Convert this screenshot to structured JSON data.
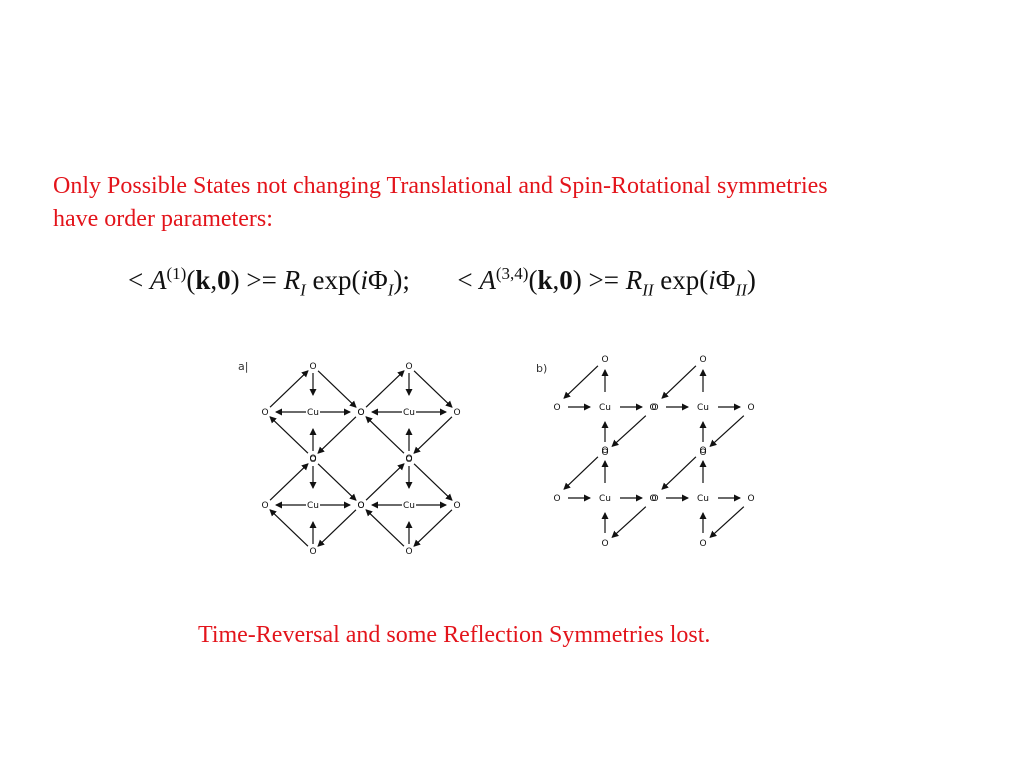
{
  "intro": {
    "line1": "Only Possible States not changing Translational and Spin-Rotational symmetries",
    "line2": "have order parameters:"
  },
  "formula": {
    "lt": "<",
    "A": "A",
    "sup1": "(1)",
    "sup2": "(3,4)",
    "open": "(",
    "k": "k",
    "comma": ",",
    "zero": "0",
    "close": ")",
    "ge": ">=",
    "R": "R",
    "subI": "I",
    "subII": "II",
    "exp": "exp(",
    "i": "i",
    "Phi": "Φ",
    "end1": ");",
    "end2": ")"
  },
  "figure": {
    "panel_a_label": "a|",
    "panel_b_label": "b)",
    "oxygen": "O",
    "copper": "Cu"
  },
  "caption": "Time-Reversal and some Reflection Symmetries lost."
}
